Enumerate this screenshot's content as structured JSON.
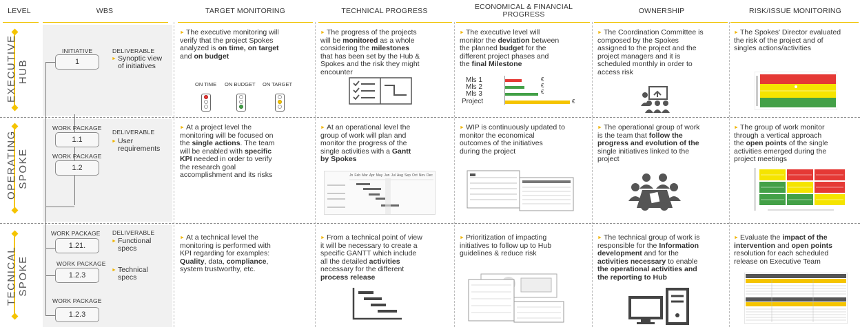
{
  "headers": {
    "level": "LEVEL",
    "wbs": "WBS",
    "target": "TARGET MONITORING",
    "technical": "TECHNICAL PROGRESS",
    "economical_1": "ECONOMICAL & FINANCIAL",
    "economical_2": "PROGRESS",
    "ownership": "OWNERSHIP",
    "risk": "RISK/ISSUE MONITORING"
  },
  "levels": {
    "executive_1": "EXECUTIVE",
    "executive_2": "HUB",
    "operating_1": "OPERATING",
    "operating_2": "SPOKE",
    "tecnical_1": "TECNICAL",
    "tecnical_2": "SPOKE"
  },
  "wbs": {
    "initiative_label": "INITIATIVE",
    "initiative_box": "1",
    "wp_label": "WORK PACKAGE",
    "wp_1_1": "1.1",
    "wp_1_2": "1.2",
    "wp_1_21": "1.21.",
    "wp_1_23a": "1.2.3",
    "wp_1_23b": "1.2.3",
    "deliverable": "DELIVERABLE",
    "del_exec_1": "Synoptic view",
    "del_exec_2": "of initiatives",
    "del_oper_1": "User",
    "del_oper_2": "requirements",
    "del_tech_1": "Functional",
    "del_tech_2": "specs",
    "del_tech_3": "Technical",
    "del_tech_4": "specs"
  },
  "target": {
    "exec_1": "The executive  monitoring will",
    "exec_2": "verify that the project Spokes",
    "exec_3a": "analyzed is ",
    "exec_3b": "on time, on target",
    "exec_4a": "and ",
    "exec_4b": "on budget",
    "on_time": "ON TIME",
    "on_budget": "ON BUDGET",
    "on_target": "ON TARGET",
    "oper_1": "At a project level the",
    "oper_2": "monitoring will be focused on",
    "oper_3a": "the ",
    "oper_3b": "single actions",
    "oper_3c": ". The team",
    "oper_4a": "will be enabled with ",
    "oper_4b": "specific",
    "oper_5a": "KPI",
    "oper_5b": " needed in order to verify",
    "oper_6": "the research goal",
    "oper_7": "accomplishment and its risks",
    "tech_1": "At a technical level the",
    "tech_2": "monitoring is performed with",
    "tech_3": "KPI regarding for examples:",
    "tech_4a": "Quality",
    "tech_4b": ", data, ",
    "tech_4c": "compliance",
    "tech_4d": ",",
    "tech_5": "system trustworthy, etc."
  },
  "technical": {
    "exec_1": "The progress of the projects",
    "exec_2a": "will be ",
    "exec_2b": "monitored",
    "exec_2c": " as a whole",
    "exec_3a": "considering the ",
    "exec_3b": "milestones",
    "exec_4": "that has been set by the Hub &",
    "exec_5": "Spokes and the risk they might",
    "exec_6": "encounter",
    "oper_1": "At an operational level the",
    "oper_2": "group of work will plan and",
    "oper_3": "monitor the progress of the",
    "oper_4a": "single activities with a ",
    "oper_4b": "Gantt",
    "oper_5": "by Spokes",
    "tech_1": "From a technical point of view",
    "tech_2": "it will be necessary to create a",
    "tech_3": "specific GANTT which include",
    "tech_4a": "all the detailed ",
    "tech_4b": "activities",
    "tech_5": "necessary for the different",
    "tech_6": "process release",
    "gantt_months": [
      "Jn",
      "Feb",
      "Mar",
      "Apr",
      "May",
      "Jun",
      "Jul",
      "Aug",
      "Sep",
      "Oct",
      "Nov",
      "Dec"
    ]
  },
  "economical": {
    "exec_1": "The executive level will",
    "exec_2a": "monitor the ",
    "exec_2b": "deviation",
    "exec_2c": " between",
    "exec_3a": "the planned ",
    "exec_3b": "budget",
    "exec_3c": " for the",
    "exec_4": "different project phases and",
    "exec_5a": "the ",
    "exec_5b": "final Milestone",
    "mls1": "Mls 1",
    "mls2": "Mls 2",
    "mls3": "Mls 3",
    "project": "Project",
    "euro": "€",
    "oper_1": "WIP is continuously updated to",
    "oper_2": "monitor the economical",
    "oper_3": "outcomes of the initiatives",
    "oper_4": "during the project",
    "tech_1": "Prioritization of impacting",
    "tech_2": "initiatives to follow up to Hub",
    "tech_3": "guidelines & reduce risk"
  },
  "ownership": {
    "exec_1": "The Coordination Committee is",
    "exec_2": "composed by the Spokes",
    "exec_3": "assigned to the project and the",
    "exec_4": "project managers and it is",
    "exec_5": "scheduled monthly in order to",
    "exec_6": "access risk",
    "oper_1a": "The operational group of work",
    "oper_2a": "is the team that ",
    "oper_2b": "follow the",
    "oper_3a": "progress and evolution of the",
    "oper_4": "single initiatives linked to the",
    "oper_5": "project",
    "tech_1": "The technical group of work is",
    "tech_2a": "responsible for the ",
    "tech_2b": "Information",
    "tech_3a": "development",
    "tech_3b": " and for the",
    "tech_4a": "activities necessary",
    "tech_4b": " to enable",
    "tech_5": "the operational activities and",
    "tech_6": "the reporting to Hub"
  },
  "risk": {
    "exec_1": "The Spokes' Director evaluated",
    "exec_2": "the risk of the project and of",
    "exec_3": "singles actions/activities",
    "oper_1": "The group of work monitor",
    "oper_2": "through a vertical approach",
    "oper_3a": "the ",
    "oper_3b": "open points",
    "oper_3c": " of the single",
    "oper_4": "activities emerged during the",
    "oper_5": "project meetings",
    "tech_1": "Evaluate the ",
    "tech_1b": "impact of the",
    "tech_2a": "intervention",
    "tech_2b": " and ",
    "tech_2c": "open points",
    "tech_3": "resolution for each scheduled",
    "tech_4": "release on Executive Team"
  },
  "colors": {
    "accent": "#f5c400",
    "red": "#e53935",
    "green": "#43a047",
    "yellow": "#f5c400"
  }
}
